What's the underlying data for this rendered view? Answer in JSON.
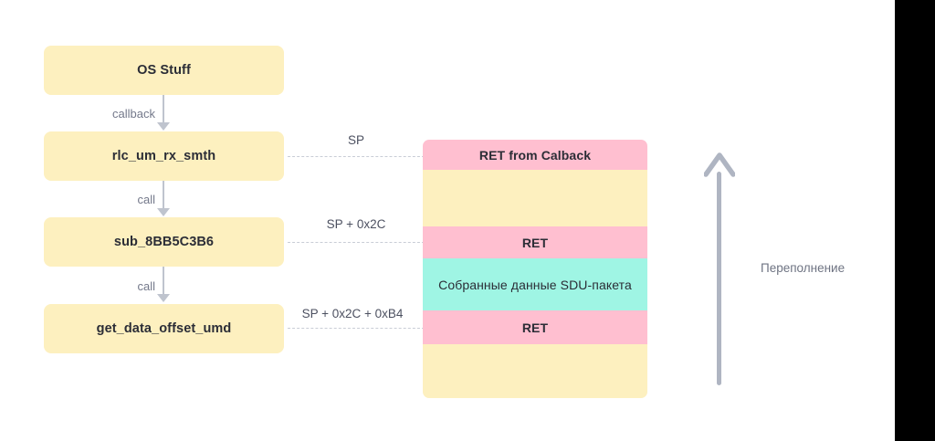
{
  "diagram": {
    "title": "Stack overflow call-chain diagram",
    "colors": {
      "box_fill": "#FDF0BF",
      "ret_fill": "#FFBFD0",
      "data_fill": "#9FF5E4",
      "connector": "#BFC4CE",
      "label_text": "#73788A",
      "box_text": "#2B2D36",
      "gutter": "#000000"
    }
  },
  "flow": {
    "boxes": [
      {
        "label": "OS Stuff"
      },
      {
        "label": "rlc_um_rx_smth"
      },
      {
        "label": "sub_8BB5C3B6"
      },
      {
        "label": "get_data_offset_umd"
      }
    ],
    "edges": [
      {
        "label": "callback"
      },
      {
        "label": "call"
      },
      {
        "label": "call"
      }
    ]
  },
  "sp_markers": [
    {
      "label": "SP"
    },
    {
      "label": "SP + 0x2C"
    },
    {
      "label": "SP + 0x2C + 0xB4"
    }
  ],
  "stack": {
    "segments": [
      {
        "label": "RET from Calback",
        "color": "#FFBFD0",
        "height": 33,
        "bold": true
      },
      {
        "label": "",
        "color": "#FDF0BF",
        "height": 62,
        "bold": false
      },
      {
        "label": "RET",
        "color": "#FFBFD0",
        "height": 35,
        "bold": true
      },
      {
        "label": "Собранные данные SDU-пакета",
        "color": "#9FF5E4",
        "height": 57,
        "bold": false
      },
      {
        "label": "RET",
        "color": "#FFBFD0",
        "height": 37,
        "bold": true
      },
      {
        "label": "",
        "color": "#FDF0BF",
        "height": 59,
        "bold": false
      }
    ]
  },
  "overflow": {
    "label": "Переполнение",
    "direction": "up"
  }
}
